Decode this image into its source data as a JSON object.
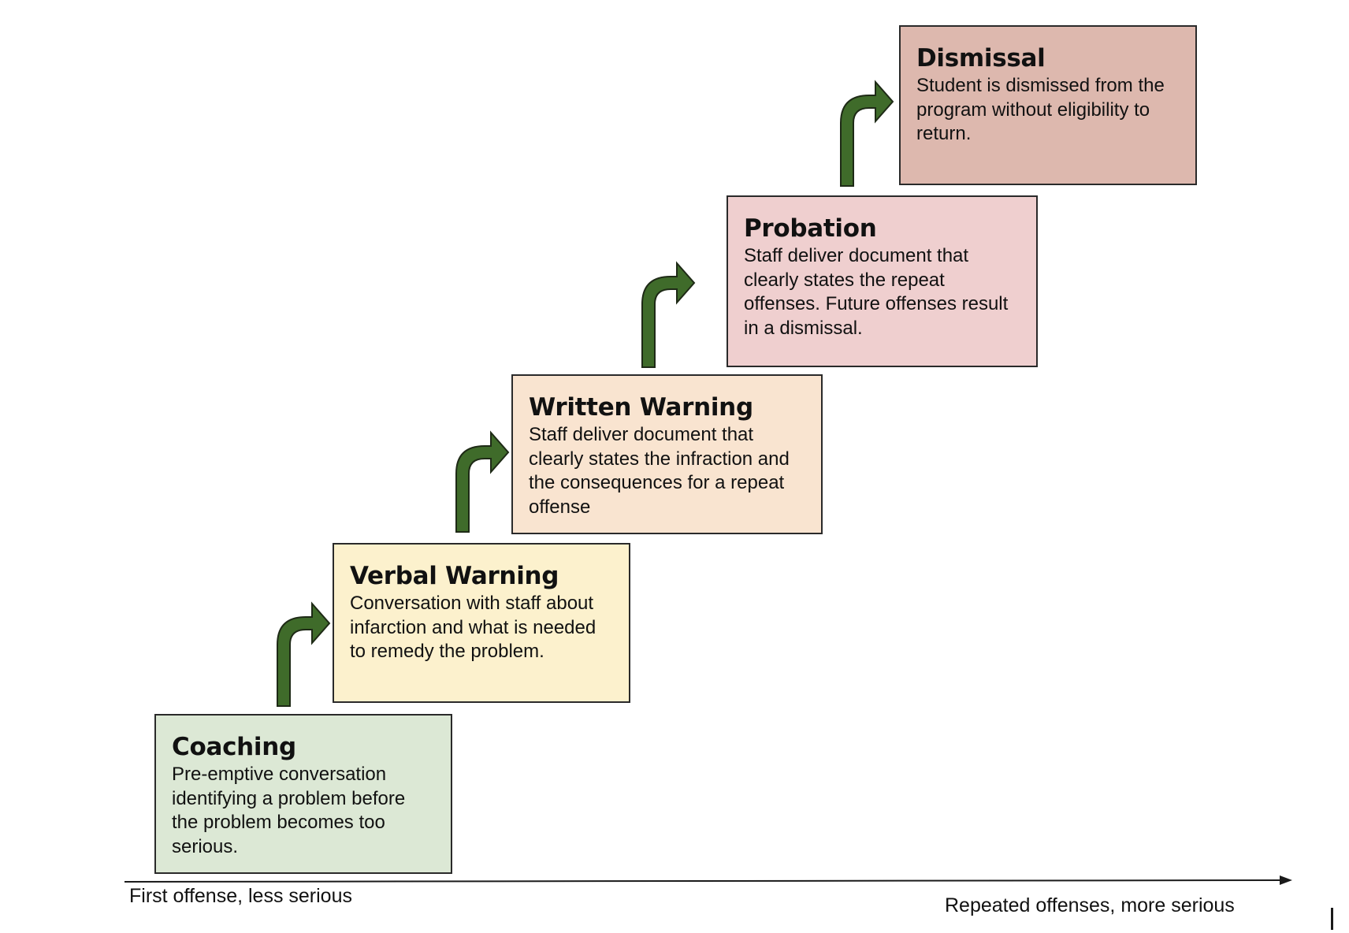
{
  "colors": {
    "coaching": "#dce8d5",
    "verbal_warning": "#fcf1cd",
    "written_warning": "#f9e4d0",
    "probation": "#efcfcf",
    "dismissal": "#ddb8ae",
    "arrow_fill": "#3f6b2a",
    "arrow_stroke": "#1e2a16",
    "axis": "#1a1a1a"
  },
  "icons": {
    "step_arrow": "curved-up-right-arrow-icon"
  },
  "steps": [
    {
      "title": "Coaching",
      "description": "Pre-emptive conversation identifying a problem before the problem becomes too serious."
    },
    {
      "title": "Verbal Warning",
      "description": "Conversation with staff about infarction and what is needed to remedy the problem."
    },
    {
      "title": "Written Warning",
      "description": "Staff deliver document that clearly states the infraction and the consequences for a repeat offense"
    },
    {
      "title": "Probation",
      "description": "Staff deliver document that clearly states the repeat offenses. Future offenses result in a dismissal."
    },
    {
      "title": "Dismissal",
      "description": "Student is dismissed from the program without eligibility to return."
    }
  ],
  "axis": {
    "start_label": "First offense, less serious",
    "end_label": "Repeated offenses, more serious"
  }
}
